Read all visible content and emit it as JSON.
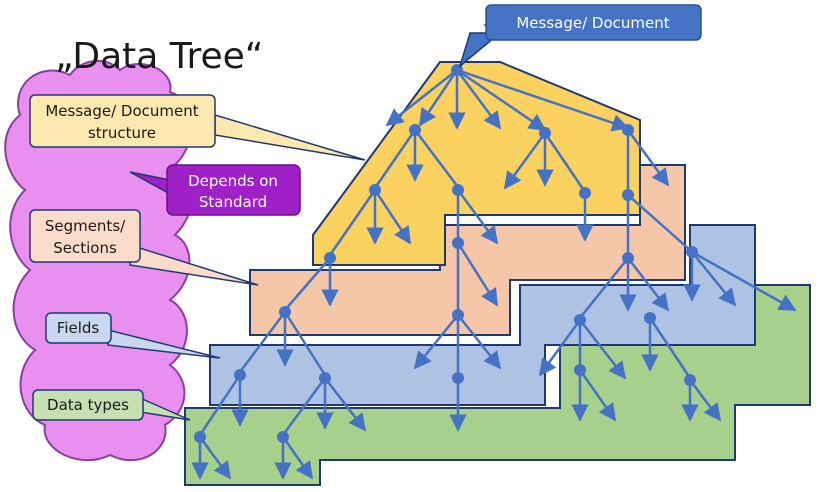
{
  "title": "„Data Tree“",
  "callouts": {
    "message_document": "Message/ Document",
    "structure_line1": "Message/ Document",
    "structure_line2": "structure",
    "depends_line1": "Depends on",
    "depends_line2": "Standard",
    "segments_line1": "Segments/",
    "segments_line2": "Sections",
    "fields": "Fields",
    "data_types": "Data types"
  },
  "colors": {
    "cloud": "#e88ff0",
    "cloud_stroke": "#8a3fa0",
    "message_layer": "#fbd160",
    "segments_layer": "#f6c6a8",
    "fields_layer": "#aec3e3",
    "datatypes_layer": "#a8d08d",
    "layer_stroke": "#1f3a73",
    "tree": "#4472c4",
    "header_box": "#4472c4",
    "structure_box": "#fde8b0",
    "segments_box": "#fbdccb",
    "fields_box": "#c9d8ee",
    "datatypes_box": "#c6e0b4",
    "depends_box": "#a020c8"
  }
}
